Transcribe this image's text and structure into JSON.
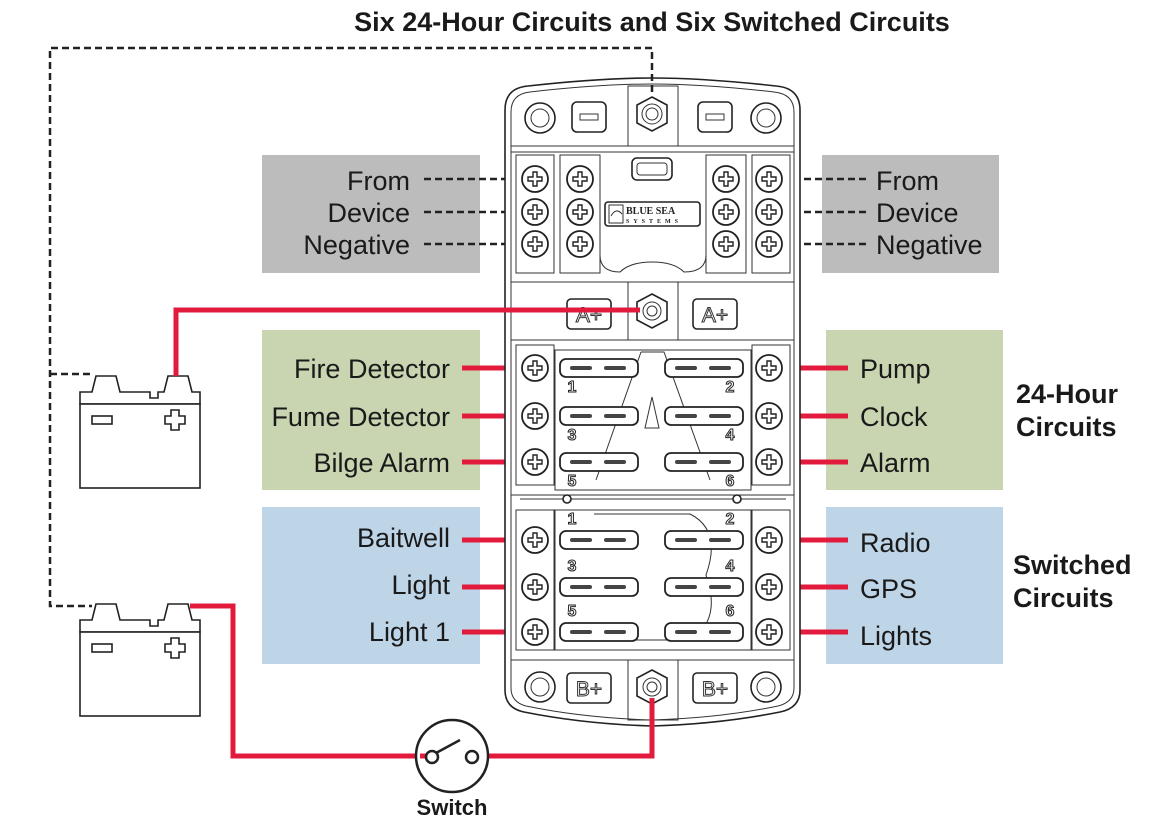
{
  "title": "Six 24-Hour Circuits and Six Switched Circuits",
  "colors": {
    "wire_positive": "#e21b3c",
    "negative_box": "#bdbcbc",
    "circuits_24h_box": "#c8d5b0",
    "circuits_switched_box": "#bed4e7",
    "text": "#1a1a1a"
  },
  "negative": {
    "left_lines": [
      "From",
      "Device",
      "Negative"
    ],
    "right_lines": [
      "From",
      "Device",
      "Negative"
    ]
  },
  "fuse_block": {
    "brand_line1": "BLUE SEA",
    "brand_line2": "SYSTEMS",
    "bus_a_label": "A+",
    "bus_b_label": "B+",
    "neg_terminal_symbol": "−",
    "fuse_numbers_a": [
      "1",
      "2",
      "3",
      "4",
      "5",
      "6"
    ],
    "fuse_numbers_b": [
      "1",
      "2",
      "3",
      "4",
      "5",
      "6"
    ]
  },
  "circuits_24h": {
    "group_label_line1": "24-Hour",
    "group_label_line2": "Circuits",
    "left": [
      "Fire Detector",
      "Fume Detector",
      "Bilge Alarm"
    ],
    "right": [
      "Pump",
      "Clock",
      "Alarm"
    ]
  },
  "circuits_switched": {
    "group_label_line1": "Switched",
    "group_label_line2": "Circuits",
    "left": [
      "Baitwell",
      "Light",
      "Light 1"
    ],
    "right": [
      "Radio",
      "GPS",
      "Lights"
    ]
  },
  "batteries": [
    {
      "neg_symbol": "−",
      "pos_symbol": "+"
    },
    {
      "neg_symbol": "−",
      "pos_symbol": "+"
    }
  ],
  "switch": {
    "label": "Switch"
  }
}
